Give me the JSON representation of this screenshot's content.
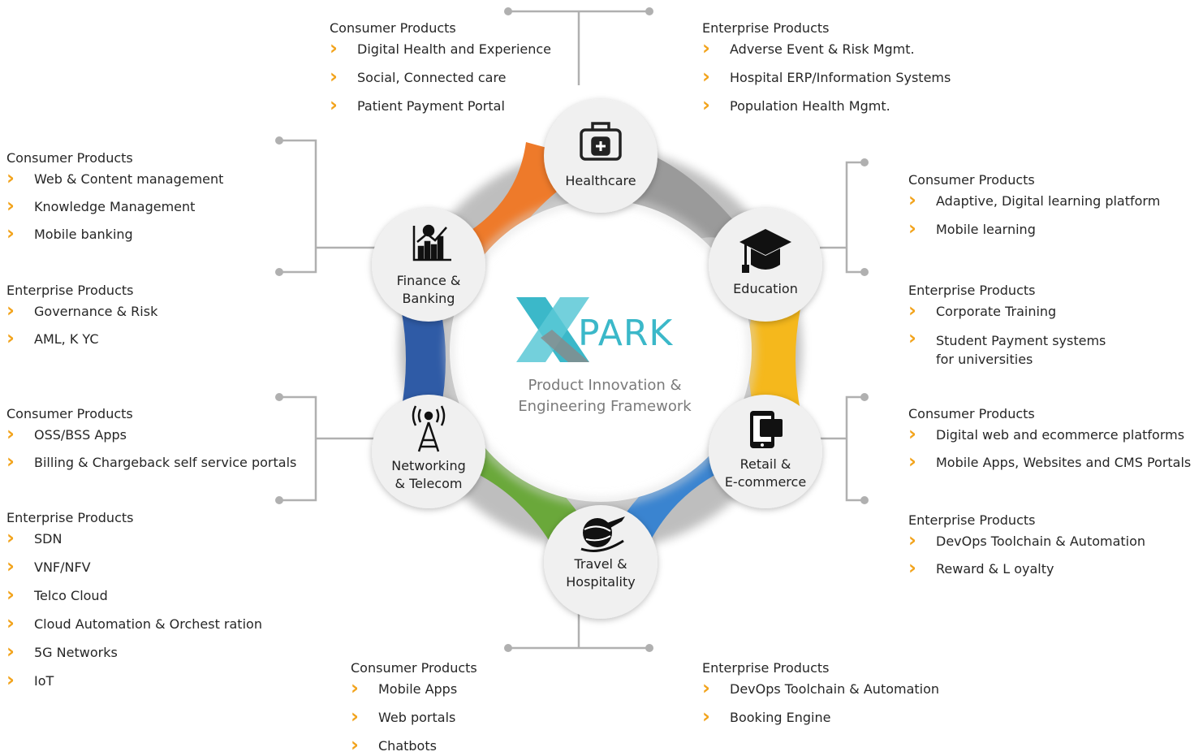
{
  "center": {
    "logo_text": "PARK",
    "tagline_line1": "Product Innovation &",
    "tagline_line2": "Engineering Framework"
  },
  "nodes": [
    {
      "id": "healthcare",
      "label_line1": "Healthcare",
      "label_line2": "",
      "icon": "first-aid-kit-icon"
    },
    {
      "id": "education",
      "label_line1": "Education",
      "label_line2": "",
      "icon": "graduation-cap-icon"
    },
    {
      "id": "retail",
      "label_line1": "Retail &",
      "label_line2": "E-commerce",
      "icon": "mobile-shopping-icon"
    },
    {
      "id": "travel",
      "label_line1": "Travel &",
      "label_line2": "Hospitality",
      "icon": "globe-airplane-icon"
    },
    {
      "id": "networking",
      "label_line1": "Networking",
      "label_line2": "& Telecom",
      "icon": "antenna-tower-icon"
    },
    {
      "id": "finance",
      "label_line1": "Finance &",
      "label_line2": "Banking",
      "icon": "growth-chart-icon"
    }
  ],
  "blocks": {
    "healthcare_consumer": {
      "header": "Consumer Products",
      "items": [
        "Digital Health and Experience",
        "Social, Connected care",
        "Patient  Payment Portal"
      ]
    },
    "healthcare_enterprise": {
      "header": "Enterprise Products",
      "items": [
        "Adverse  Event & Risk Mgmt.",
        "Hospital ERP/Information Systems",
        "Population Health Mgmt."
      ]
    },
    "education_consumer": {
      "header": "Consumer Products",
      "items": [
        "Adaptive, Digital learning platform",
        "Mobile learning"
      ]
    },
    "education_enterprise": {
      "header": "Enterprise Products",
      "items": [
        "Corporate Training",
        "Student  Payment systems for universities"
      ]
    },
    "retail_consumer": {
      "header": "Consumer Products",
      "items": [
        "Digital web and ecommerce platforms",
        "Mobile Apps,  Websites and CMS Portals"
      ]
    },
    "retail_enterprise": {
      "header": "Enterprise Products",
      "items": [
        "DevOps Toolchain &  Automation",
        "Reward & L oyalty"
      ]
    },
    "travel_consumer": {
      "header": "Consumer Products",
      "items": [
        "Mobile Apps",
        "Web portals",
        "Chatbots"
      ]
    },
    "travel_enterprise": {
      "header": "Enterprise Products",
      "items": [
        "DevOps Toolchain &  Automation",
        "Booking Engine"
      ]
    },
    "finance_consumer": {
      "header": "Consumer Products",
      "items": [
        "Web & Content management",
        "Knowledge Management",
        "Mobile banking"
      ]
    },
    "finance_enterprise": {
      "header": "Enterprise Products",
      "items": [
        "Governance & Risk",
        "AML, K YC"
      ]
    },
    "networking_consumer": {
      "header": "Consumer Products",
      "items": [
        "OSS/BSS Apps",
        "Billing & Chargeback self service portals"
      ]
    },
    "networking_enterprise": {
      "header": "Enterprise Products",
      "items": [
        "SDN",
        "VNF/NFV",
        "Telco Cloud",
        "Cloud  Automation & Orchest ration",
        "5G Networks",
        "IoT"
      ]
    }
  },
  "colors": {
    "orange": "#ee7a2a",
    "gray": "#9a9a9a",
    "yellow": "#f5b81c",
    "blue": "#3a84d0",
    "green": "#6aa83a",
    "navy": "#2f5ba6",
    "bullet": "#f2a31b",
    "connector": "#b0b0b0",
    "logo": "#3bb8c9"
  }
}
